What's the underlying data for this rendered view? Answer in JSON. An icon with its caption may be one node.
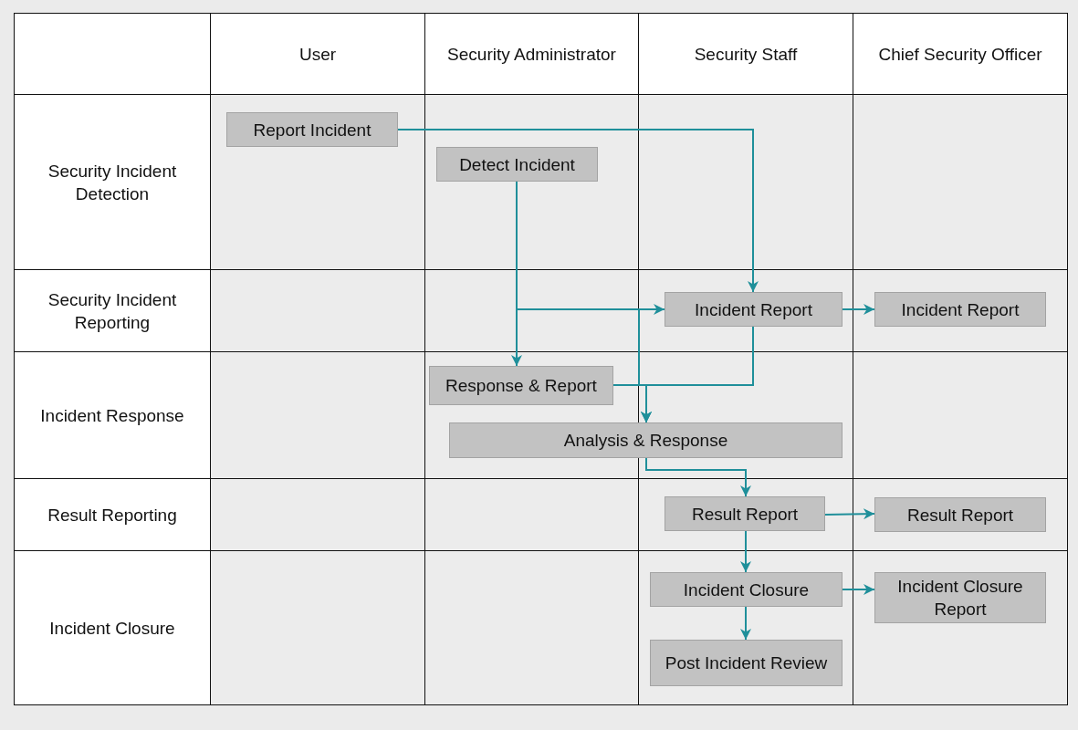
{
  "diagram": {
    "nodes": [
      {
        "text": [
          "Report Incident"
        ]
      },
      {
        "text": [
          "Detect Incident"
        ]
      },
      {
        "text": [
          "Incident Report"
        ]
      },
      {
        "text": [
          "Incident Report"
        ]
      },
      {
        "text": [
          "Response & Report"
        ]
      },
      {
        "text": [
          "Analysis & Response"
        ]
      },
      {
        "text": [
          "Result Report"
        ]
      },
      {
        "text": [
          "Result Report"
        ]
      },
      {
        "text": [
          "Incident Closure"
        ]
      },
      {
        "text": [
          "Incident Closure Report"
        ]
      },
      {
        "text": [
          "Post Incident Review"
        ]
      }
    ],
    "edges": [
      {
        "from": 0,
        "to": 2,
        "arrow": "to"
      },
      {
        "from": 1,
        "to": 2,
        "arrow": "to"
      },
      {
        "from": 1,
        "to": 4,
        "arrow": "to"
      },
      {
        "from": 2,
        "to": 3,
        "arrow": "to"
      },
      {
        "from": 2,
        "to": 5,
        "arrow": "to"
      },
      {
        "from": 4,
        "to": 5,
        "arrow": "to"
      },
      {
        "from": 1,
        "to": 5,
        "arrow": "to"
      },
      {
        "from": 5,
        "to": 6,
        "arrow": "to"
      },
      {
        "from": 6,
        "to": 7,
        "arrow": "to"
      },
      {
        "from": 6,
        "to": 8,
        "arrow": "to"
      },
      {
        "from": 8,
        "to": 9,
        "arrow": "to"
      },
      {
        "from": 8,
        "to": 10,
        "arrow": "to"
      }
    ],
    "labels": [
      "User",
      "Security Administrator",
      "Security Staff",
      "Chief Security Officer",
      "Security Incident Detection",
      "Security Incident Reporting",
      "Incident Response",
      "Result Reporting",
      "Incident Closure"
    ]
  }
}
